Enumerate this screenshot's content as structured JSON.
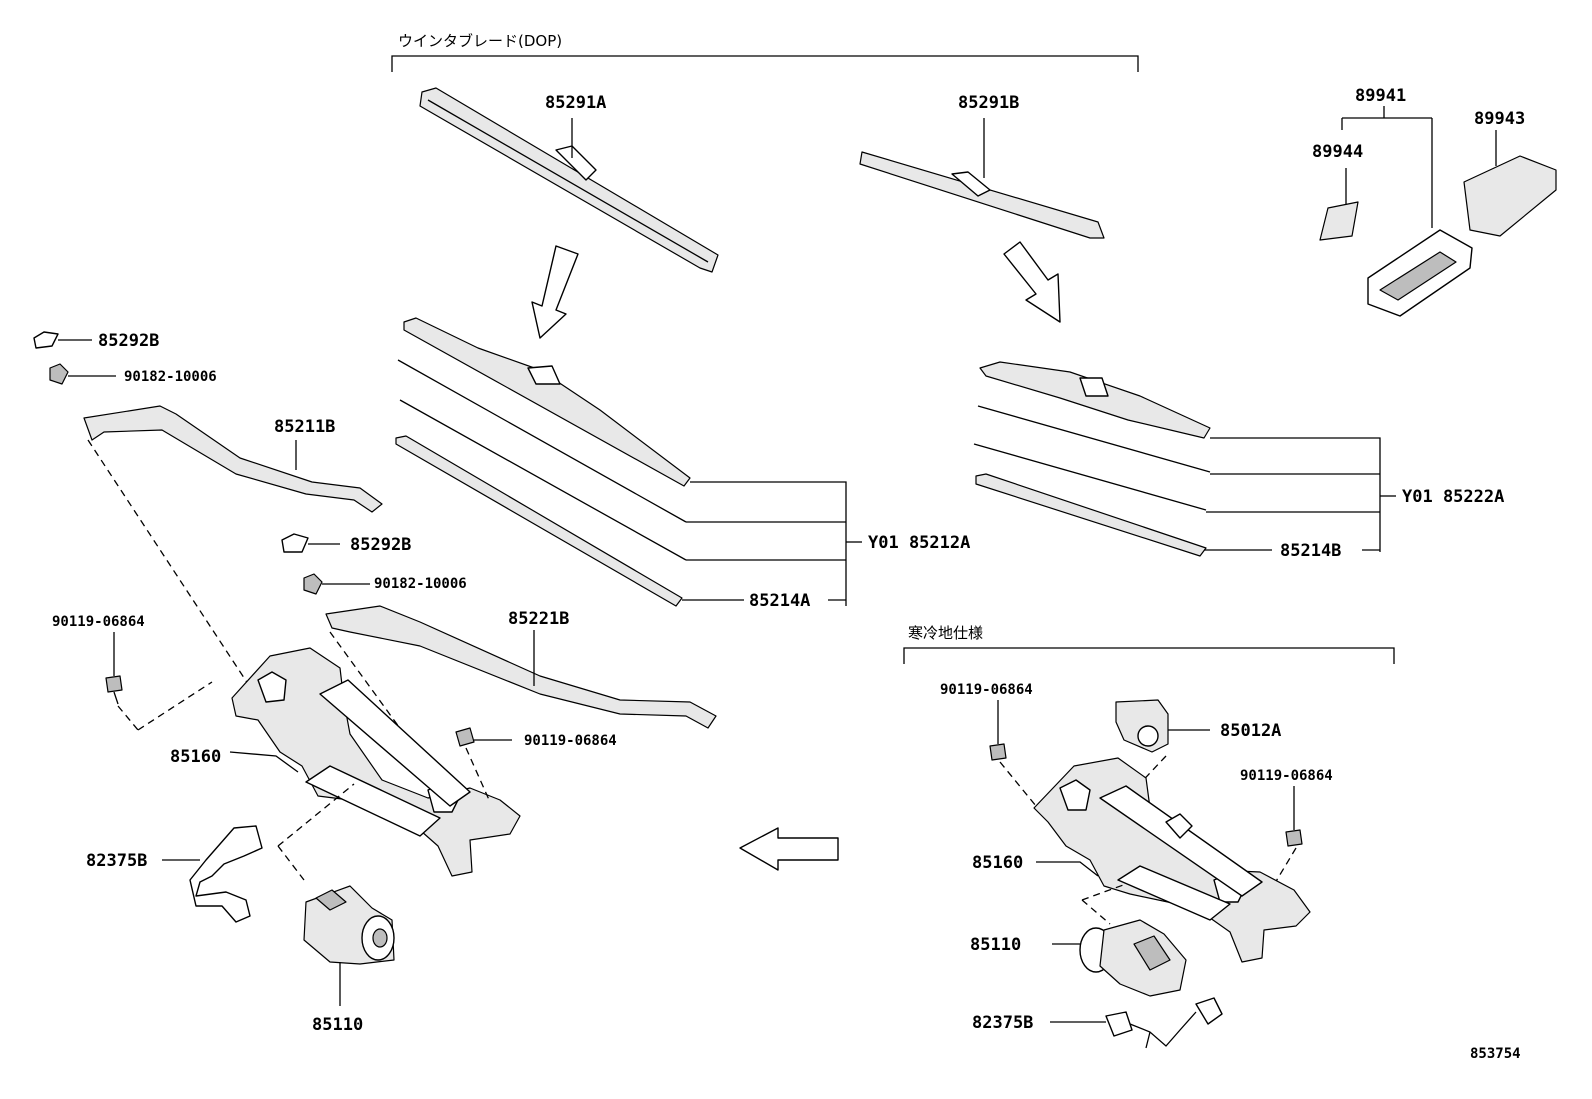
{
  "labels": {
    "winter_blade_bracket": "ウインタブレード(DOP)",
    "cold_region_bracket": "寒冷地仕様",
    "p85291A": "85291A",
    "p85291B": "85291B",
    "p89941": "89941",
    "p89943": "89943",
    "p89944": "89944",
    "p85292B_1": "85292B",
    "p90182_1": "90182-10006",
    "p85211B": "85211B",
    "p85292B_2": "85292B",
    "p90182_2": "90182-10006",
    "p90119_left": "90119-06864",
    "p85221B": "85221B",
    "p90119_center": "90119-06864",
    "p85160_left": "85160",
    "p82375B_left": "82375B",
    "p85110_left": "85110",
    "y01_85212A": "Y01 85212A",
    "p85214A": "85214A",
    "y01_85222A": "Y01 85222A",
    "p85214B": "85214B",
    "p90119_right1": "90119-06864",
    "p85012A": "85012A",
    "p90119_right2": "90119-06864",
    "p85160_right": "85160",
    "p85110_right": "85110",
    "p82375B_right": "82375B",
    "diagram_id": "853754"
  }
}
